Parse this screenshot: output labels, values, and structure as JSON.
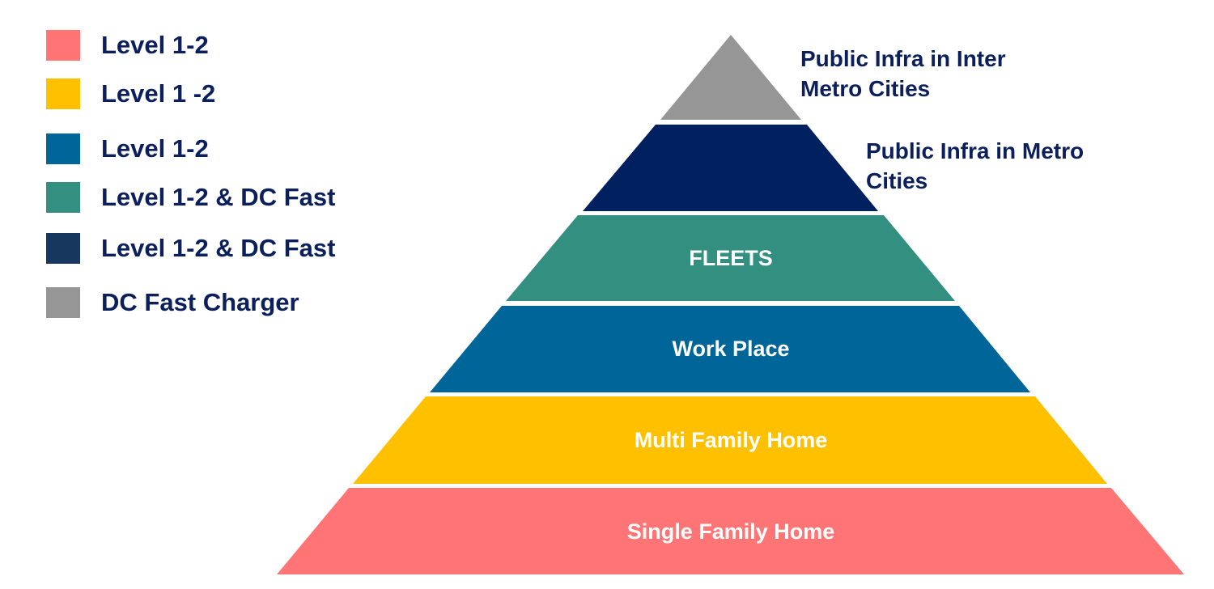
{
  "legend": [
    {
      "label": "Level 1-2",
      "color": "#ff7575"
    },
    {
      "label": "Level 1 -2",
      "color": "#ffc000"
    },
    {
      "label": "Level 1-2",
      "color": "#006699"
    },
    {
      "label": "Level 1-2 & DC Fast",
      "color": "#339080"
    },
    {
      "label": "Level 1-2 & DC Fast",
      "color": "#17375e"
    },
    {
      "label": "DC Fast Charger",
      "color": "#969696"
    }
  ],
  "pyramid": {
    "tiers": [
      {
        "label": "",
        "color": "#969696"
      },
      {
        "label": "",
        "color": "#002060"
      },
      {
        "label": "FLEETS",
        "color": "#339080",
        "text_color": "#ffffff"
      },
      {
        "label": "Work Place",
        "color": "#006699",
        "text_color": "#ffffff"
      },
      {
        "label": "Multi Family Home",
        "color": "#ffc000",
        "text_color": "#ffffff"
      },
      {
        "label": "Single Family Home",
        "color": "#ff7575",
        "text_color": "#ffffff"
      }
    ],
    "side_labels": {
      "top": "Public Infra in Inter Metro Cities",
      "second": "Public Infra in Metro Cities"
    }
  }
}
